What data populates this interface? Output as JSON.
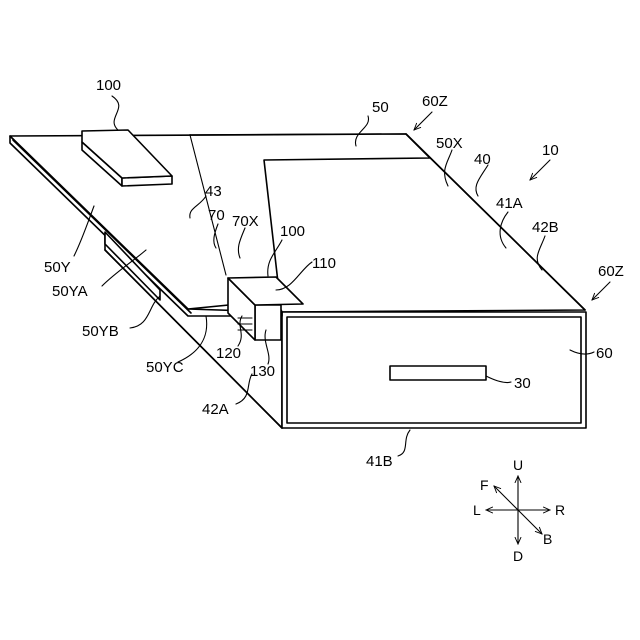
{
  "labels": {
    "ref_100_top": "100",
    "ref_50": "50",
    "ref_60Z_top": "60Z",
    "ref_50X": "50X",
    "ref_40": "40",
    "ref_10": "10",
    "ref_43": "43",
    "ref_70": "70",
    "ref_70X": "70X",
    "ref_100_mid": "100",
    "ref_41A": "41A",
    "ref_42B": "42B",
    "ref_60Z_right": "60Z",
    "ref_110": "110",
    "ref_50Y": "50Y",
    "ref_50YA": "50YA",
    "ref_50YB": "50YB",
    "ref_120": "120",
    "ref_60": "60",
    "ref_50YC": "50YC",
    "ref_130": "130",
    "ref_30": "30",
    "ref_42A": "42A",
    "ref_41B": "41B"
  },
  "axes": {
    "up": "U",
    "down": "D",
    "left": "L",
    "right": "R",
    "front": "F",
    "back": "B"
  }
}
